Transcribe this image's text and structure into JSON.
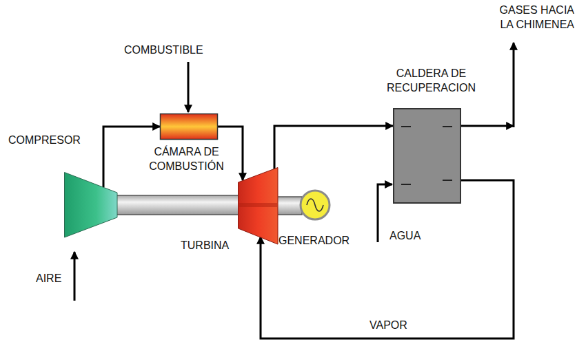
{
  "diagram": {
    "nodes": [
      {
        "text": [
          "COMPRESOR"
        ]
      },
      {
        "text": [
          "CÁMARA DE COMBUSTIÓN"
        ]
      },
      {
        "text": [
          "TURBINA"
        ]
      },
      {
        "text": [
          "GENERADOR"
        ]
      },
      {
        "text": [
          "CALDERA DE RECUPERACION"
        ]
      }
    ],
    "edges": [
      {
        "from": 0,
        "to": 1,
        "arrow": "to"
      },
      {
        "from": 1,
        "to": 2,
        "arrow": "to"
      },
      {
        "from": 2,
        "to": 4,
        "arrow": "to"
      },
      {
        "from": 4,
        "to": 2,
        "label": "VAPOR",
        "arrow": "to"
      }
    ],
    "labels": [
      "COMBUSTIBLE",
      "AIRE",
      "AGUA",
      "GASES HACIA LA CHIMENEA"
    ]
  }
}
